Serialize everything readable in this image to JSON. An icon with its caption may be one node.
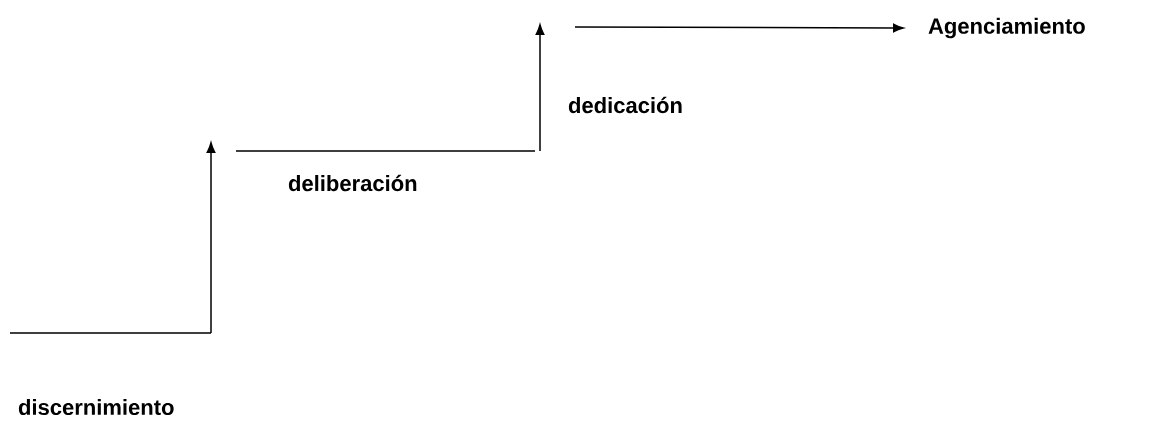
{
  "diagram": {
    "nodes": [
      {
        "text": [
          "discernimiento"
        ]
      },
      {
        "text": [
          "deliberación"
        ]
      },
      {
        "text": [
          "dedicación"
        ]
      },
      {
        "text": [
          "Agenciamiento"
        ]
      }
    ],
    "edges": [
      {
        "from": null,
        "to": 3,
        "arrow": "to"
      }
    ]
  }
}
